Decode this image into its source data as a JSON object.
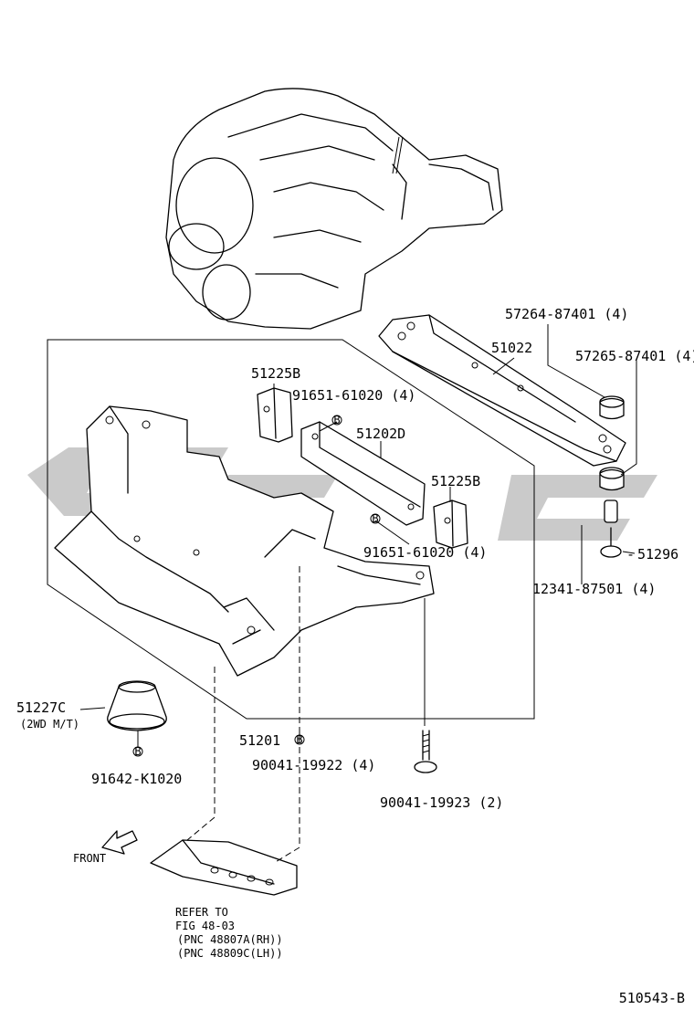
{
  "diagram": {
    "figure_code": "510543-B",
    "front_label": "FRONT",
    "reference": {
      "line1": "REFER TO",
      "line2": "FIG 48-03",
      "line3": "(PNC 48807A(RH))",
      "line4": "(PNC 48809C(LH))"
    },
    "bolt_marker": "B",
    "parts": {
      "p57264": "57264-87401 (4)",
      "p51022": "51022",
      "p57265": "57265-87401 (4)",
      "p51225b_top": "51225B",
      "p91651_top": "91651-61020 (4)",
      "p51202d": "51202D",
      "p51225b_mid": "51225B",
      "p91651_mid": "91651-61020 (4)",
      "p51296": "51296",
      "p12341": "12341-87501 (4)",
      "p51227c": "51227C",
      "p51227c_note": "(2WD M/T)",
      "p51201": "51201",
      "p90041_a": "90041-19922 (4)",
      "p90041_b": "90041-19923 (2)",
      "p91642": "91642-K1020"
    }
  }
}
